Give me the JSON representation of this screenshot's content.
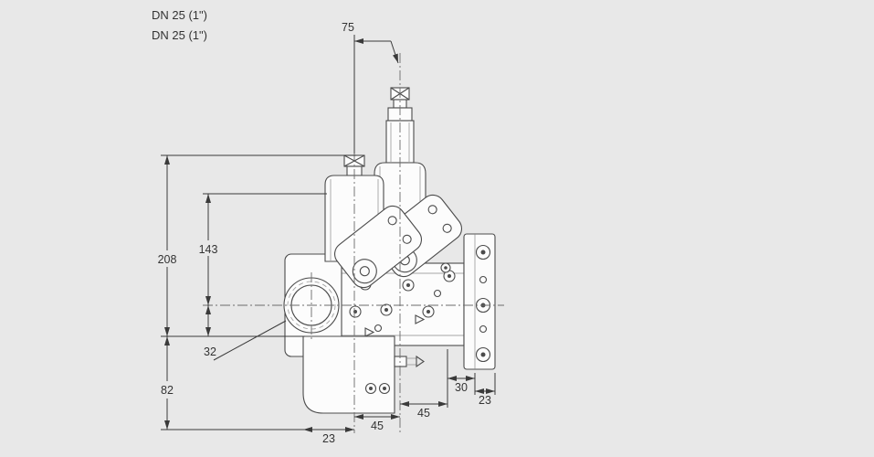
{
  "labels": {
    "dn_line1": "DN 25 (1\")",
    "dn_line2": "DN 25 (1\")"
  },
  "dimensions": {
    "spacing_top": "75",
    "height_total": "208",
    "height_body": "143",
    "height_axis_offset": "32",
    "height_base": "82",
    "width_base_offset": "23",
    "width_axis_spacing": "45",
    "width_axis_to_flange": "45",
    "width_flange_offset": "30",
    "width_flange": "23"
  },
  "colors": {
    "background": "#e8e8e8",
    "line": "#4b4b4b",
    "dimension": "#3a3a3a",
    "centerline": "#6b6b6b",
    "fill": "#fcfcfc",
    "text": "#333333"
  }
}
